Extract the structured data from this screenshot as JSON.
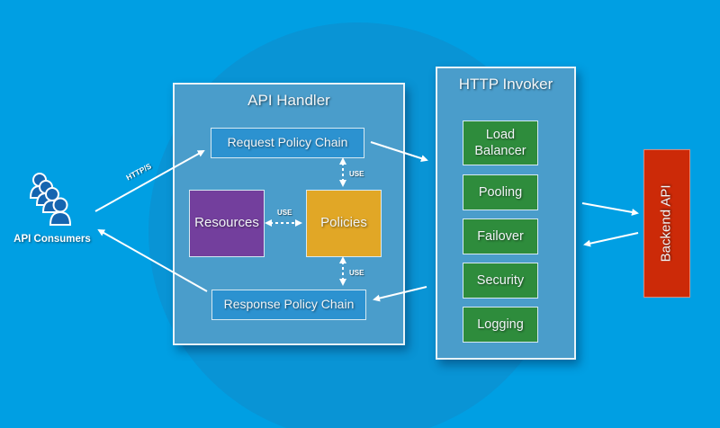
{
  "colors": {
    "background": "#009fe3",
    "panel": "#4a9dcb",
    "chain": "#2c92d0",
    "resources": "#733f9d",
    "policies": "#e1a726",
    "invoker_item": "#2e8c3c",
    "backend": "#cc2a08"
  },
  "consumers": {
    "label": "API Consumers",
    "icon": "user-group-icon",
    "protocol_label": "HTTP/S"
  },
  "api_handler": {
    "title": "API Handler",
    "request_chain": "Request Policy Chain",
    "response_chain": "Response Policy Chain",
    "resources": "Resources",
    "policies": "Policies",
    "use_labels": [
      "USE",
      "USE",
      "USE"
    ]
  },
  "http_invoker": {
    "title": "HTTP Invoker",
    "items": [
      {
        "label": "Load\nBalancer"
      },
      {
        "label": "Pooling"
      },
      {
        "label": "Failover"
      },
      {
        "label": "Security"
      },
      {
        "label": "Logging"
      }
    ]
  },
  "backend": {
    "label": "Backend  API"
  }
}
